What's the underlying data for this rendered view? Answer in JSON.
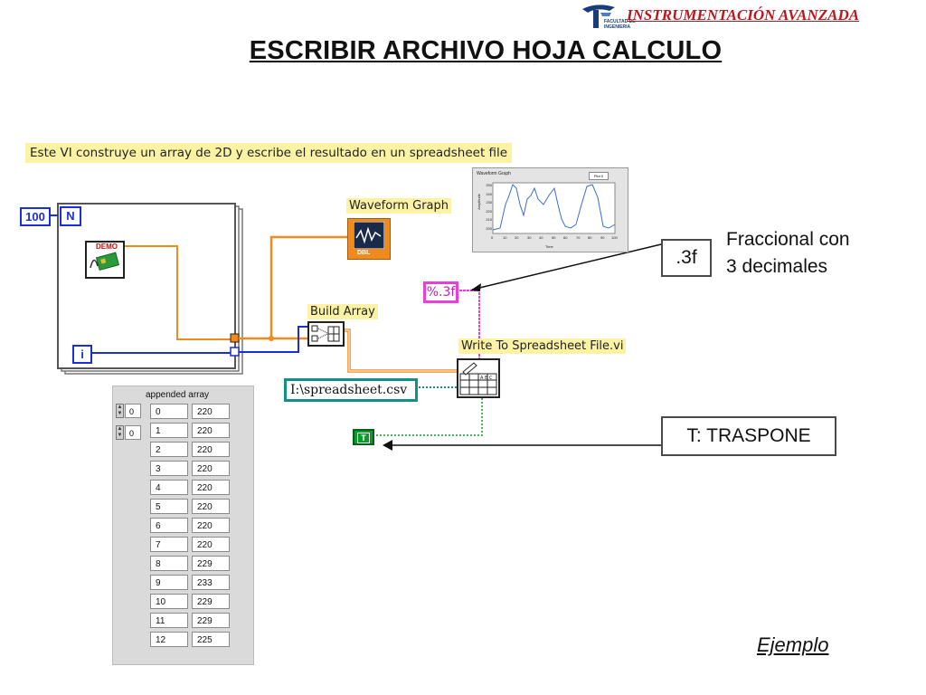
{
  "header": {
    "brand": "INSTRUMENTACIÓN AVANZADA",
    "brand_sub_1": "FACULTAD DE",
    "brand_sub_2": "INGENIERIA"
  },
  "title": "ESCRIBIR ARCHIVO HOJA CALCULO",
  "diagram": {
    "description": "Este VI construye un array de 2D y escribe el resultado en un spreadsheet file",
    "loop_count": "100",
    "count_terminal": "N",
    "iteration_terminal": "i",
    "demo_label": "DEMO",
    "waveform_graph_label": "Waveform Graph",
    "graph_terminal_sub": "DBL",
    "build_array_label": "Build Array",
    "write_vi_label": "Write To Spreadsheet File.vi",
    "format_constant": "%.3f",
    "path_constant": "I:\\spreadsheet.csv",
    "transpose_constant": "T"
  },
  "graph_panel": {
    "title": "Waveform Graph",
    "legend": "Plot 0",
    "y_axis": "Amplitude",
    "x_axis": "Time",
    "y_ticks": [
      "250",
      "240",
      "230",
      "220",
      "210",
      "200"
    ],
    "x_ticks": [
      "0",
      "10",
      "20",
      "30",
      "40",
      "50",
      "60",
      "70",
      "80",
      "90",
      "100"
    ]
  },
  "callouts": {
    "format": ".3f",
    "format_note_1": "Fraccional con",
    "format_note_2": "3 decimales",
    "transpose": "T: TRASPONE"
  },
  "array_display": {
    "label": "appended array",
    "index_row": "0",
    "index_col": "0",
    "rows": [
      [
        "0",
        "220"
      ],
      [
        "1",
        "220"
      ],
      [
        "2",
        "220"
      ],
      [
        "3",
        "220"
      ],
      [
        "4",
        "220"
      ],
      [
        "5",
        "220"
      ],
      [
        "6",
        "220"
      ],
      [
        "7",
        "220"
      ],
      [
        "8",
        "229"
      ],
      [
        "9",
        "233"
      ],
      [
        "10",
        "229"
      ],
      [
        "11",
        "229"
      ],
      [
        "12",
        "225"
      ]
    ]
  },
  "footer": {
    "example": "Ejemplo"
  },
  "colors": {
    "int_wire": "#1a2fd8",
    "dbl_wire": "#f08a1c",
    "string_wire": "#e640d8",
    "path_wire": "#138f8a",
    "bool_wire": "#0c9a2c",
    "label_bg": "#fbf2a4",
    "brand": "#c0141b"
  }
}
